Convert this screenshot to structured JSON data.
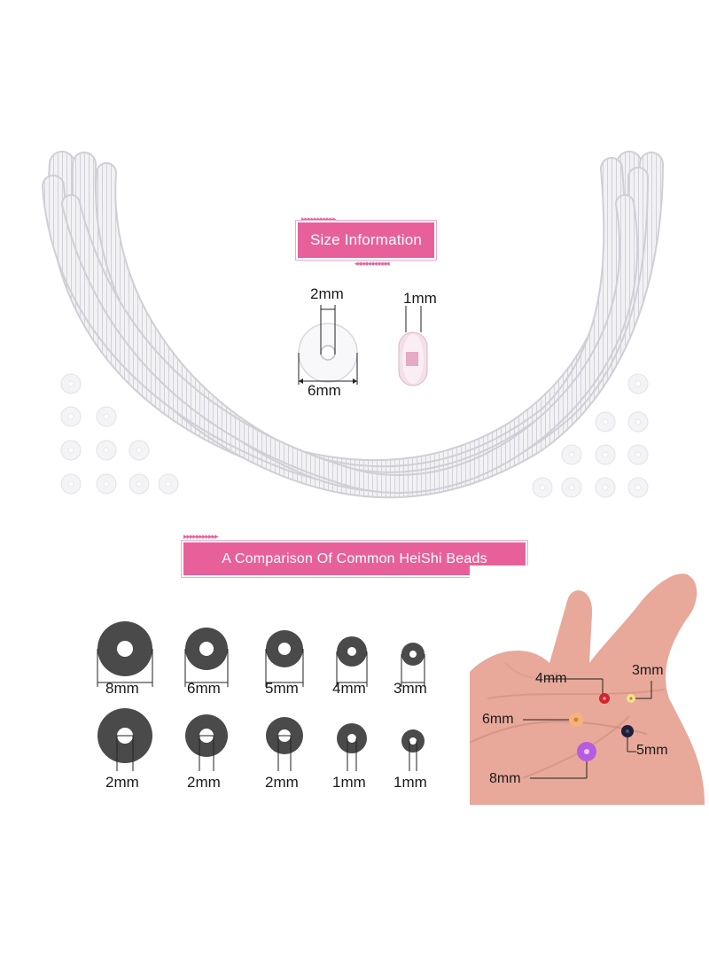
{
  "size_information": {
    "title": "Size Information",
    "hole_label": "2mm",
    "thickness_label": "1mm",
    "diameter_label": "6mm"
  },
  "comparison": {
    "title": "A Comparison Of Common HeiShi Beads",
    "diameters": [
      "8mm",
      "6mm",
      "5mm",
      "4mm",
      "3mm"
    ],
    "holes": [
      "2mm",
      "2mm",
      "2mm",
      "1mm",
      "1mm"
    ]
  },
  "hand_labels": {
    "bead_4mm": "4mm",
    "bead_3mm": "3mm",
    "bead_6mm": "6mm",
    "bead_5mm": "5mm",
    "bead_8mm": "8mm"
  },
  "colors": {
    "banner": "#e8609a",
    "bead_white": "#f4f4f6",
    "bead_gray": "#4a4a4a",
    "bead_red": "#d4232a",
    "bead_yellow": "#f3e28a",
    "bead_orange": "#f7b27a",
    "bead_navy": "#1e1f3f",
    "bead_purple": "#b65ce0",
    "skin": "#e8a99a"
  }
}
